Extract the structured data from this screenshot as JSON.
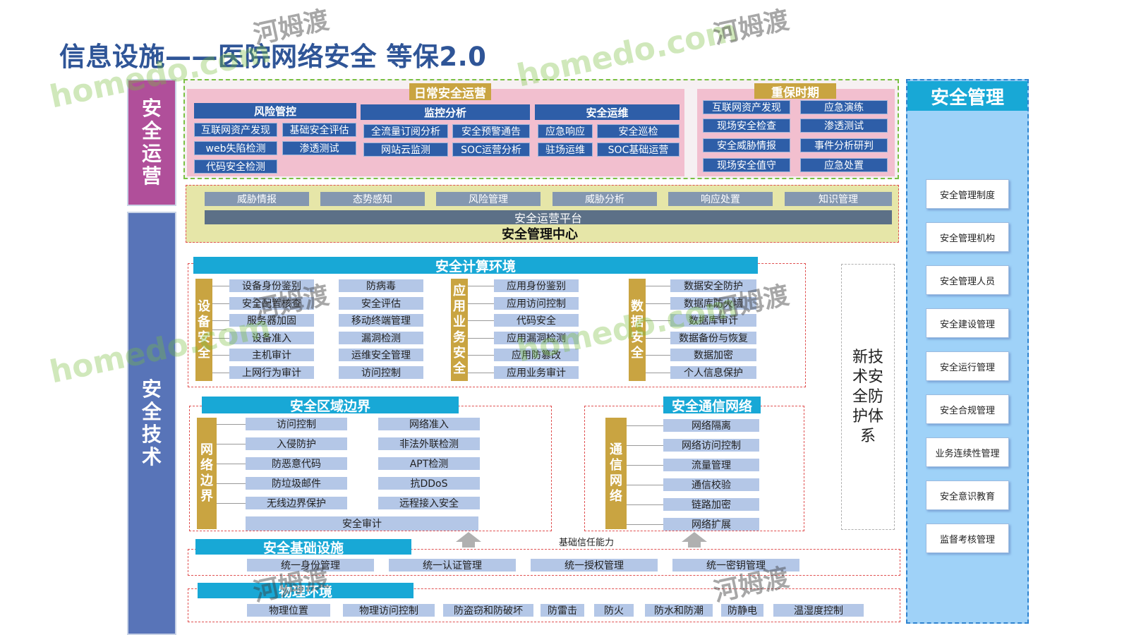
{
  "title": "信息设施——医院网络安全 等保2.0",
  "left_bars": {
    "ops": "安全运营",
    "tech": "安全技术"
  },
  "daily_ops": {
    "title": "日常安全运营",
    "risk": {
      "header": "风险管控",
      "items": [
        "互联网资产发现",
        "基础安全评估",
        "web失陷检测",
        "渗透测试",
        "代码安全检测"
      ]
    },
    "monitor": {
      "header": "监控分析",
      "items": [
        "全流量订阅分析",
        "安全预警通告",
        "网站云监测",
        "SOC运营分析"
      ]
    },
    "ops": {
      "header": "安全运维",
      "items": [
        "应急响应",
        "安全巡检",
        "驻场运维",
        "SOC基础运营"
      ]
    }
  },
  "key_period": {
    "title": "重保时期",
    "items": [
      "互联网资产发现",
      "应急演练",
      "现场安全检查",
      "渗透测试",
      "安全威胁情报",
      "事件分析研判",
      "现场安全值守",
      "应急处置"
    ]
  },
  "center": {
    "modules": [
      "威胁情报",
      "态势感知",
      "风险管理",
      "威胁分析",
      "响应处置",
      "知识管理"
    ],
    "platform": "安全运营平台",
    "label": "安全管理中心"
  },
  "computing": {
    "title": "安全计算环境",
    "device": {
      "label": "设备安全",
      "col1": [
        "设备身份鉴别",
        "安全配置核查",
        "服务器加固",
        "设备准入",
        "主机审计",
        "上网行为审计"
      ],
      "col2": [
        "防病毒",
        "安全评估",
        "移动终端管理",
        "漏洞检测",
        "运维安全管理",
        "访问控制"
      ]
    },
    "app": {
      "label": "应用业务安全",
      "items": [
        "应用身份鉴别",
        "应用访问控制",
        "代码安全",
        "应用漏洞检测",
        "应用防篡改",
        "应用业务审计"
      ]
    },
    "data": {
      "label": "数据安全",
      "items": [
        "数据安全防护",
        "数据库防火墙",
        "数据库审计",
        "数据备份与恢复",
        "数据加密",
        "个人信息保护"
      ]
    }
  },
  "boundary": {
    "title": "安全区域边界",
    "label": "网络边界",
    "col1": [
      "访问控制",
      "入侵防护",
      "防恶意代码",
      "防垃圾邮件",
      "无线边界保护"
    ],
    "col2": [
      "网络准入",
      "非法外联检测",
      "APT检测",
      "抗DDoS",
      "远程接入安全"
    ],
    "audit": "安全审计"
  },
  "comm": {
    "title": "安全通信网络",
    "label": "通信网络",
    "items": [
      "网络隔离",
      "网络访问控制",
      "流量管理",
      "通信校验",
      "链路加密",
      "网络扩展"
    ]
  },
  "new_tech": "新技术安全防护体系",
  "trust": "基础信任能力",
  "infra": {
    "title": "安全基础设施",
    "items": [
      "统一身份管理",
      "统一认证管理",
      "统一授权管理",
      "统一密钥管理"
    ]
  },
  "physical": {
    "title": "物理环境",
    "items": [
      "物理位置",
      "物理访问控制",
      "防盗窃和防破坏",
      "防雷击",
      "防火",
      "防水和防潮",
      "防静电",
      "温湿度控制"
    ]
  },
  "management": {
    "title": "安全管理",
    "items": [
      "安全管理制度",
      "安全管理机构",
      "安全管理人员",
      "安全建设管理",
      "安全运行管理",
      "安全合规管理",
      "业务连续性管理",
      "安全意识教育",
      "监督考核管理"
    ]
  },
  "watermarks": {
    "latin": "homedo.com",
    "cn": "河姆渡"
  },
  "colors": {
    "title": "#2f5597",
    "ops_bar": "#b04f9a",
    "tech_bar": "#5874b8",
    "daily_bg": "#f2bfcf",
    "center_bg": "#e6e6a8",
    "mgmt_bg": "#9fd2f8",
    "cyan": "#18a8d6",
    "gold": "#c9a441"
  }
}
